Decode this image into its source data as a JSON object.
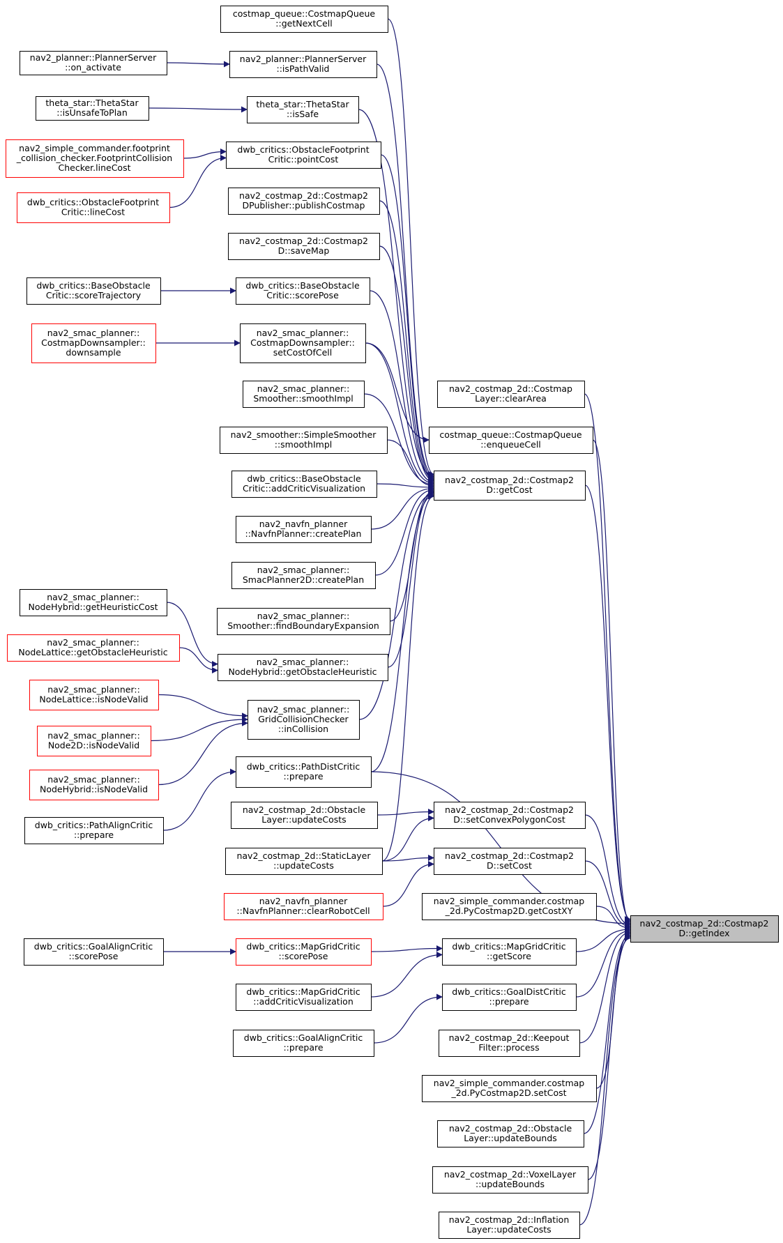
{
  "colors": {
    "edge": "#191970",
    "node_border": "#000000",
    "node_border_truncated": "#ff0000",
    "node_fill": "#ffffff",
    "root_fill": "#bfbfbf"
  },
  "root": "getIndex",
  "nodes": [
    {
      "id": "cq_getNextCell",
      "lines": [
        "costmap_queue::CostmapQueue",
        "::getNextCell"
      ]
    },
    {
      "id": "ps_on_activate",
      "lines": [
        "nav2_planner::PlannerServer",
        "::on_activate"
      ]
    },
    {
      "id": "ps_isPathValid",
      "lines": [
        "nav2_planner::PlannerServer",
        "::isPathValid"
      ]
    },
    {
      "id": "ts_isUnsafeToPlan",
      "lines": [
        "theta_star::ThetaStar",
        "::isUnsafeToPlan"
      ]
    },
    {
      "id": "ts_isSafe",
      "lines": [
        "theta_star::ThetaStar",
        "::isSafe"
      ]
    },
    {
      "id": "sc_lineCost",
      "lines": [
        "nav2_simple_commander.footprint",
        "_collision_checker.FootprintCollision",
        "Checker.lineCost"
      ],
      "truncated": true
    },
    {
      "id": "ofc_pointCost",
      "lines": [
        "dwb_critics::ObstacleFootprint",
        "Critic::pointCost"
      ]
    },
    {
      "id": "ofc_lineCost",
      "lines": [
        "dwb_critics::ObstacleFootprint",
        "Critic::lineCost"
      ],
      "truncated": true
    },
    {
      "id": "c2dp_publishCostmap",
      "lines": [
        "nav2_costmap_2d::Costmap2",
        "DPublisher::publishCostmap"
      ]
    },
    {
      "id": "c2d_saveMap",
      "lines": [
        "nav2_costmap_2d::Costmap2",
        "D::saveMap"
      ]
    },
    {
      "id": "boc_scoreTrajectory",
      "lines": [
        "dwb_critics::BaseObstacle",
        "Critic::scoreTrajectory"
      ]
    },
    {
      "id": "boc_scorePose",
      "lines": [
        "dwb_critics::BaseObstacle",
        "Critic::scorePose"
      ]
    },
    {
      "id": "cd_downsample",
      "lines": [
        "nav2_smac_planner::",
        "CostmapDownsampler::",
        "downsample"
      ],
      "truncated": true
    },
    {
      "id": "cd_setCostOfCell",
      "lines": [
        "nav2_smac_planner::",
        "CostmapDownsampler::",
        "setCostOfCell"
      ]
    },
    {
      "id": "sm_smoothImpl",
      "lines": [
        "nav2_smac_planner::",
        "Smoother::smoothImpl"
      ]
    },
    {
      "id": "cl_clearArea",
      "lines": [
        "nav2_costmap_2d::Costmap",
        "Layer::clearArea"
      ]
    },
    {
      "id": "ss_smoothImpl",
      "lines": [
        "nav2_smoother::SimpleSmoother",
        "::smoothImpl"
      ]
    },
    {
      "id": "cq_enqueueCell",
      "lines": [
        "costmap_queue::CostmapQueue",
        "::enqueueCell"
      ]
    },
    {
      "id": "boc_addCriticVis",
      "lines": [
        "dwb_critics::BaseObstacle",
        "Critic::addCriticVisualization"
      ]
    },
    {
      "id": "c2d_getCost",
      "lines": [
        "nav2_costmap_2d::Costmap2",
        "D::getCost"
      ]
    },
    {
      "id": "nf_createPlan",
      "lines": [
        "nav2_navfn_planner",
        "::NavfnPlanner::createPlan"
      ]
    },
    {
      "id": "sp2d_createPlan",
      "lines": [
        "nav2_smac_planner::",
        "SmacPlanner2D::createPlan"
      ]
    },
    {
      "id": "nh_getHeuristicCost",
      "lines": [
        "nav2_smac_planner::",
        "NodeHybrid::getHeuristicCost"
      ]
    },
    {
      "id": "sm_findBoundary",
      "lines": [
        "nav2_smac_planner::",
        "Smoother::findBoundaryExpansion"
      ]
    },
    {
      "id": "nl_getObstacleHeuristic",
      "lines": [
        "nav2_smac_planner::",
        "NodeLattice::getObstacleHeuristic"
      ],
      "truncated": true
    },
    {
      "id": "nh_getObstacleHeuristic",
      "lines": [
        "nav2_smac_planner::",
        "NodeHybrid::getObstacleHeuristic"
      ]
    },
    {
      "id": "nl_isNodeValid",
      "lines": [
        "nav2_smac_planner::",
        "NodeLattice::isNodeValid"
      ],
      "truncated": true
    },
    {
      "id": "gcc_inCollision",
      "lines": [
        "nav2_smac_planner::",
        "GridCollisionChecker",
        "::inCollision"
      ]
    },
    {
      "id": "n2d_isNodeValid",
      "lines": [
        "nav2_smac_planner::",
        "Node2D::isNodeValid"
      ],
      "truncated": true
    },
    {
      "id": "nhy_isNodeValid",
      "lines": [
        "nav2_smac_planner::",
        "NodeHybrid::isNodeValid"
      ],
      "truncated": true
    },
    {
      "id": "pdc_prepare",
      "lines": [
        "dwb_critics::PathDistCritic",
        "::prepare"
      ]
    },
    {
      "id": "pac_prepare",
      "lines": [
        "dwb_critics::PathAlignCritic",
        "::prepare"
      ]
    },
    {
      "id": "ol_updateCosts",
      "lines": [
        "nav2_costmap_2d::Obstacle",
        "Layer::updateCosts"
      ]
    },
    {
      "id": "c2d_setConvex",
      "lines": [
        "nav2_costmap_2d::Costmap2",
        "D::setConvexPolygonCost"
      ]
    },
    {
      "id": "sl_updateCosts",
      "lines": [
        "nav2_costmap_2d::StaticLayer",
        "::updateCosts"
      ]
    },
    {
      "id": "c2d_setCost",
      "lines": [
        "nav2_costmap_2d::Costmap2",
        "D::setCost"
      ]
    },
    {
      "id": "nf_clearRobotCell",
      "lines": [
        "nav2_navfn_planner",
        "::NavfnPlanner::clearRobotCell"
      ],
      "truncated": true
    },
    {
      "id": "py_getCostXY",
      "lines": [
        "nav2_simple_commander.costmap",
        "_2d.PyCostmap2D.getCostXY"
      ]
    },
    {
      "id": "getIndex",
      "lines": [
        "nav2_costmap_2d::Costmap2",
        "D::getIndex"
      ],
      "root": true
    },
    {
      "id": "gac_scorePose",
      "lines": [
        "dwb_critics::GoalAlignCritic",
        "::scorePose"
      ]
    },
    {
      "id": "mgc_scorePose",
      "lines": [
        "dwb_critics::MapGridCritic",
        "::scorePose"
      ],
      "truncated": true
    },
    {
      "id": "mgc_getScore",
      "lines": [
        "dwb_critics::MapGridCritic",
        "::getScore"
      ]
    },
    {
      "id": "mgc_addCriticVis",
      "lines": [
        "dwb_critics::MapGridCritic",
        "::addCriticVisualization"
      ]
    },
    {
      "id": "gdc_prepare",
      "lines": [
        "dwb_critics::GoalDistCritic",
        "::prepare"
      ]
    },
    {
      "id": "gac_prepare",
      "lines": [
        "dwb_critics::GoalAlignCritic",
        "::prepare"
      ]
    },
    {
      "id": "kf_process",
      "lines": [
        "nav2_costmap_2d::Keepout",
        "Filter::process"
      ]
    },
    {
      "id": "py_setCost",
      "lines": [
        "nav2_simple_commander.costmap",
        "_2d.PyCostmap2D.setCost"
      ]
    },
    {
      "id": "ol_updateBounds",
      "lines": [
        "nav2_costmap_2d::Obstacle",
        "Layer::updateBounds"
      ]
    },
    {
      "id": "vl_updateBounds",
      "lines": [
        "nav2_costmap_2d::VoxelLayer",
        "::updateBounds"
      ]
    },
    {
      "id": "il_updateCosts",
      "lines": [
        "nav2_costmap_2d::Inflation",
        "Layer::updateCosts"
      ]
    }
  ],
  "edges": [
    [
      "cq_getNextCell",
      "c2d_getCost"
    ],
    [
      "ps_on_activate",
      "ps_isPathValid"
    ],
    [
      "ps_isPathValid",
      "c2d_getCost"
    ],
    [
      "ts_isUnsafeToPlan",
      "ts_isSafe"
    ],
    [
      "ts_isSafe",
      "c2d_getCost"
    ],
    [
      "sc_lineCost",
      "ofc_pointCost"
    ],
    [
      "ofc_lineCost",
      "ofc_pointCost"
    ],
    [
      "ofc_pointCost",
      "c2d_getCost"
    ],
    [
      "c2dp_publishCostmap",
      "c2d_getCost"
    ],
    [
      "c2d_saveMap",
      "c2d_getCost"
    ],
    [
      "boc_scoreTrajectory",
      "boc_scorePose"
    ],
    [
      "boc_scorePose",
      "c2d_getCost"
    ],
    [
      "cd_downsample",
      "cd_setCostOfCell"
    ],
    [
      "cd_setCostOfCell",
      "c2d_getCost"
    ],
    [
      "sm_smoothImpl",
      "c2d_getCost"
    ],
    [
      "ss_smoothImpl",
      "c2d_getCost"
    ],
    [
      "cd_setCostOfCell",
      "cq_enqueueCell"
    ],
    [
      "boc_addCriticVis",
      "c2d_getCost"
    ],
    [
      "nf_createPlan",
      "c2d_getCost"
    ],
    [
      "sp2d_createPlan",
      "c2d_getCost"
    ],
    [
      "sm_findBoundary",
      "c2d_getCost"
    ],
    [
      "nh_getHeuristicCost",
      "nh_getObstacleHeuristic"
    ],
    [
      "nl_getObstacleHeuristic",
      "nh_getObstacleHeuristic"
    ],
    [
      "nh_getObstacleHeuristic",
      "c2d_getCost"
    ],
    [
      "nl_isNodeValid",
      "gcc_inCollision"
    ],
    [
      "n2d_isNodeValid",
      "gcc_inCollision"
    ],
    [
      "nhy_isNodeValid",
      "gcc_inCollision"
    ],
    [
      "gcc_inCollision",
      "c2d_getCost"
    ],
    [
      "pac_prepare",
      "pdc_prepare"
    ],
    [
      "pdc_prepare",
      "c2d_getCost"
    ],
    [
      "ol_updateCosts",
      "c2d_setConvex"
    ],
    [
      "sl_updateCosts",
      "c2d_setConvex"
    ],
    [
      "sl_updateCosts",
      "c2d_getCost"
    ],
    [
      "sl_updateCosts",
      "c2d_setCost"
    ],
    [
      "nf_clearRobotCell",
      "c2d_setCost"
    ],
    [
      "gac_scorePose",
      "mgc_scorePose"
    ],
    [
      "mgc_scorePose",
      "mgc_getScore"
    ],
    [
      "mgc_addCriticVis",
      "mgc_getScore"
    ],
    [
      "gac_prepare",
      "gdc_prepare"
    ],
    [
      "c2d_getCost",
      "getIndex"
    ],
    [
      "cl_clearArea",
      "getIndex"
    ],
    [
      "cq_enqueueCell",
      "getIndex"
    ],
    [
      "pdc_prepare",
      "getIndex"
    ],
    [
      "c2d_setConvex",
      "getIndex"
    ],
    [
      "c2d_setCost",
      "getIndex"
    ],
    [
      "py_getCostXY",
      "getIndex"
    ],
    [
      "mgc_getScore",
      "getIndex"
    ],
    [
      "gdc_prepare",
      "getIndex"
    ],
    [
      "kf_process",
      "getIndex"
    ],
    [
      "py_setCost",
      "getIndex"
    ],
    [
      "ol_updateBounds",
      "getIndex"
    ],
    [
      "vl_updateBounds",
      "getIndex"
    ],
    [
      "il_updateCosts",
      "getIndex"
    ]
  ]
}
